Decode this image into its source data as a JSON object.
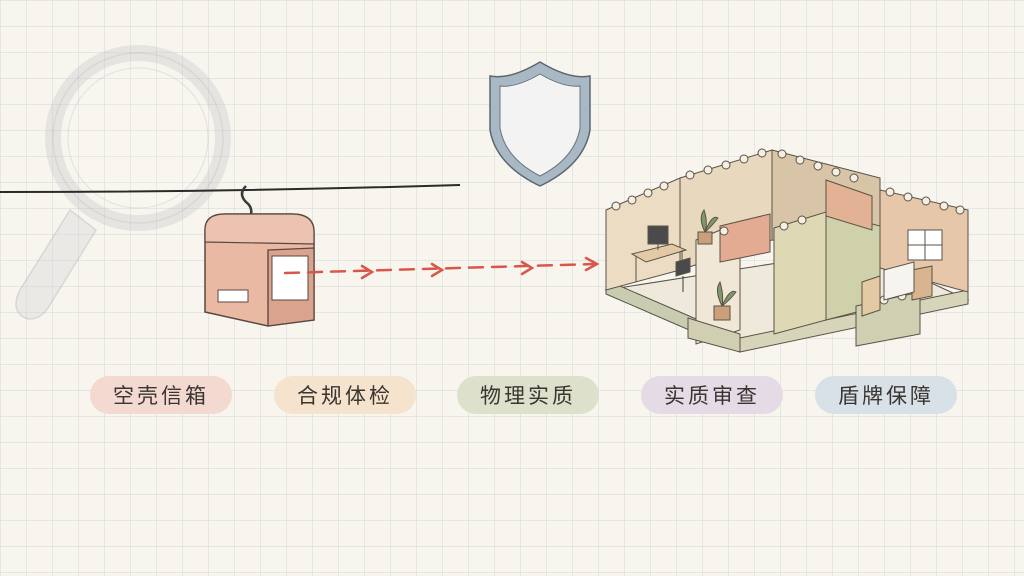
{
  "tags": [
    {
      "label": "空壳信箱",
      "color": "#f3d9cf"
    },
    {
      "label": "合规体检",
      "color": "#f5e3cd"
    },
    {
      "label": "物理实质",
      "color": "#dde1cb"
    },
    {
      "label": "实质审查",
      "color": "#e4dbe6"
    },
    {
      "label": "盾牌保障",
      "color": "#d8e1e8"
    }
  ],
  "icons": {
    "magnifier": "magnifier-icon",
    "mailbox": "mailbox-icon",
    "shield": "shield-icon",
    "office": "office-building-icon"
  },
  "colors": {
    "arrow": "#d9574a",
    "mailbox": "#e9b9a4",
    "shield": "#a9b8c5"
  }
}
